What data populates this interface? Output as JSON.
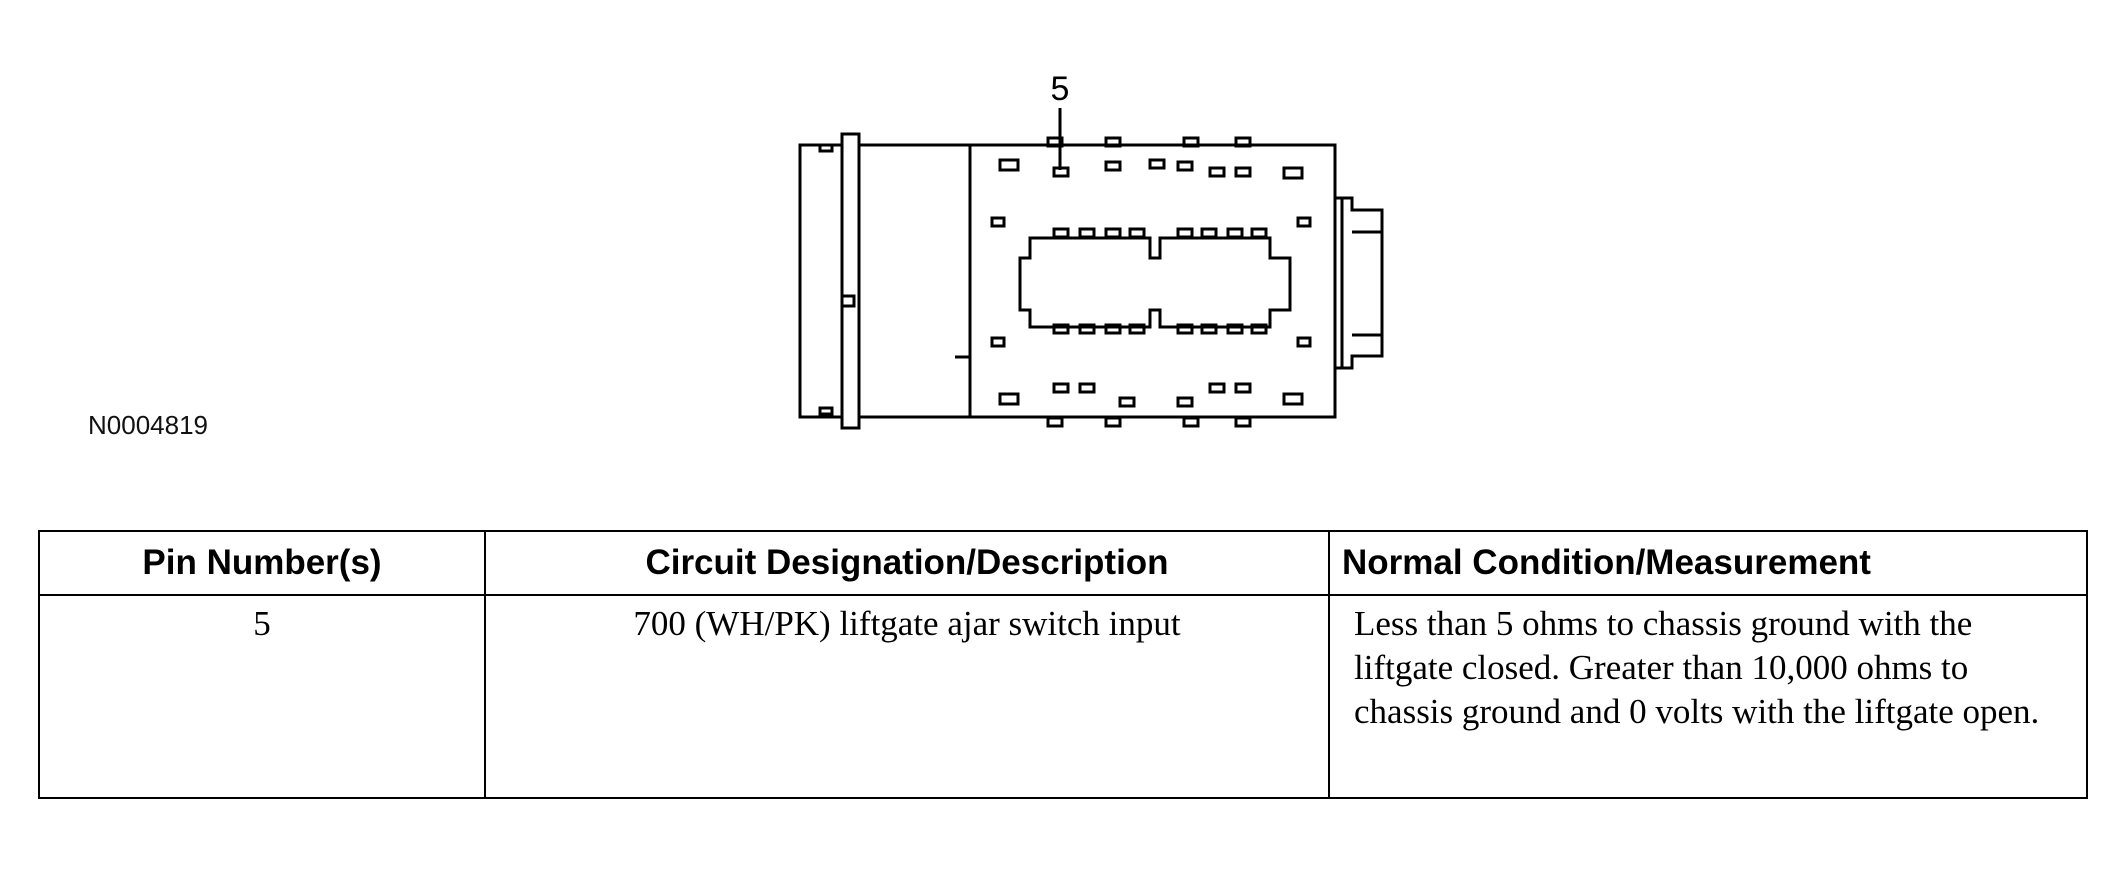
{
  "figure": {
    "callout_label": "5",
    "figure_id": "N0004819"
  },
  "table": {
    "headers": {
      "pin": "Pin Number(s)",
      "circuit": "Circuit Designation/Description",
      "condition": "Normal Condition/Measurement"
    },
    "rows": [
      {
        "pin": "5",
        "circuit": "700 (WH/PK) liftgate ajar switch input",
        "condition": "Less than 5 ohms to chassis ground with the liftgate closed. Greater than 10,000 ohms to chassis ground and 0 volts with the liftgate open."
      }
    ]
  }
}
